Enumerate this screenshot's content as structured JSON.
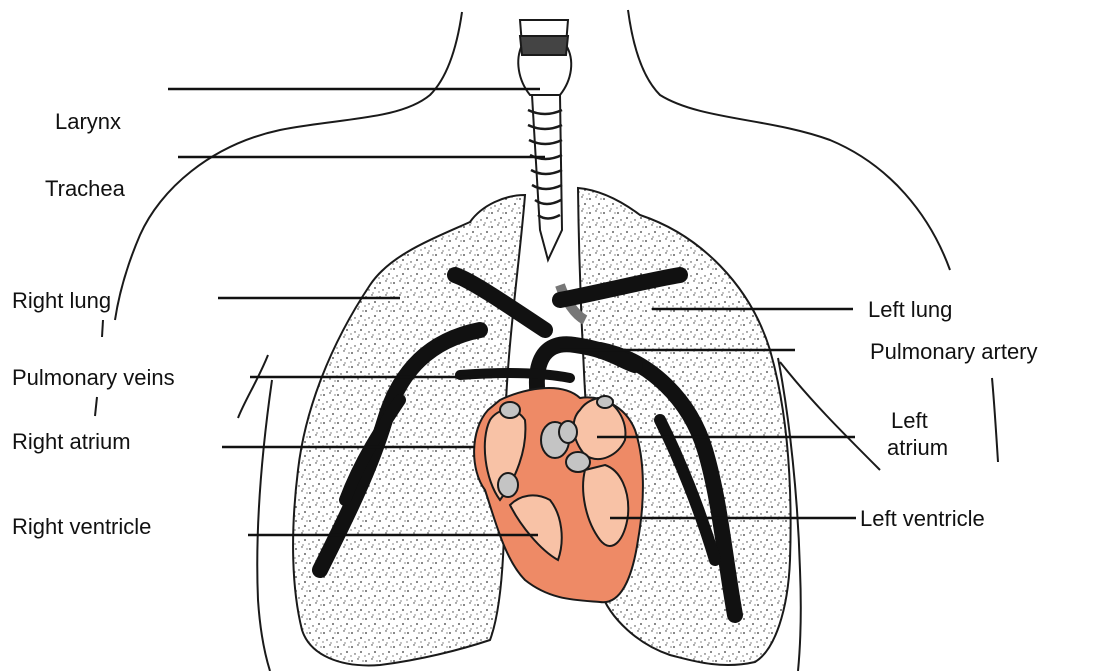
{
  "labels": {
    "larynx": "Larynx",
    "trachea": "Trachea",
    "right_lung": "Right lung",
    "pulmonary_veins": "Pulmonary veins",
    "right_atrium": "Right atrium",
    "right_ventricle": "Right ventricle",
    "left_lung": "Left lung",
    "pulmonary_artery": "Pulmonary artery",
    "left_atrium_line1": "Left",
    "left_atrium_line2": "atrium",
    "left_ventricle": "Left ventricle"
  },
  "colors": {
    "heart_fill": "#ee8a66",
    "heart_chamber": "#f8c2a6",
    "valve_grey": "#c4c4c4",
    "vessel_black": "#111111",
    "lung_stipple": "#333333",
    "outline": "#1a1a1a"
  }
}
